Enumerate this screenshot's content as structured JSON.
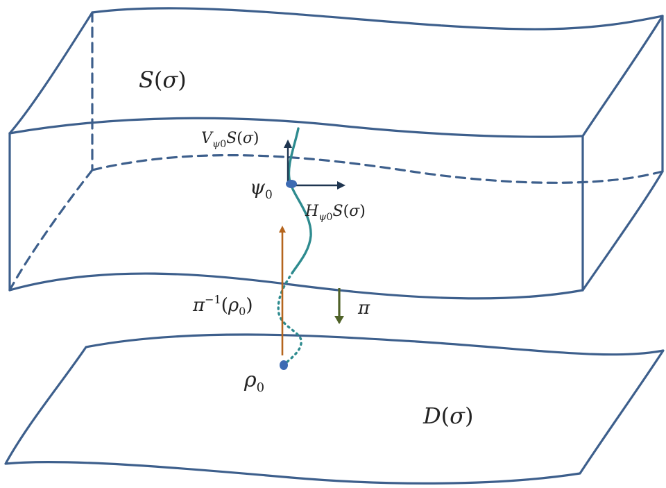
{
  "colors": {
    "outline": "#3d5f8c",
    "curve": "#2e8b8f",
    "lift_arrow": "#b5651d",
    "projection_arrow": "#4f6228",
    "tangent_arrow": "#1f3550",
    "point": "#3d6bb3",
    "text": "#222222"
  },
  "labels": {
    "total_space": {
      "script": "S",
      "arg": "σ"
    },
    "base_space": {
      "script": "D",
      "arg": "σ"
    },
    "psi0": {
      "symbol": "ψ",
      "sub": "0"
    },
    "rho0": {
      "symbol": "ρ",
      "sub": "0"
    },
    "vertical_space": {
      "letter": "V",
      "sub_symbol": "ψ",
      "sub_index": "0",
      "script": "S",
      "arg": "σ"
    },
    "horizontal_space": {
      "letter": "H",
      "sub_symbol": "ψ",
      "sub_index": "0",
      "script": "S",
      "arg": "σ"
    },
    "fiber": {
      "symbol": "π",
      "sup": "−1",
      "arg_symbol": "ρ",
      "arg_sub": "0"
    },
    "projection": {
      "symbol": "π"
    }
  }
}
